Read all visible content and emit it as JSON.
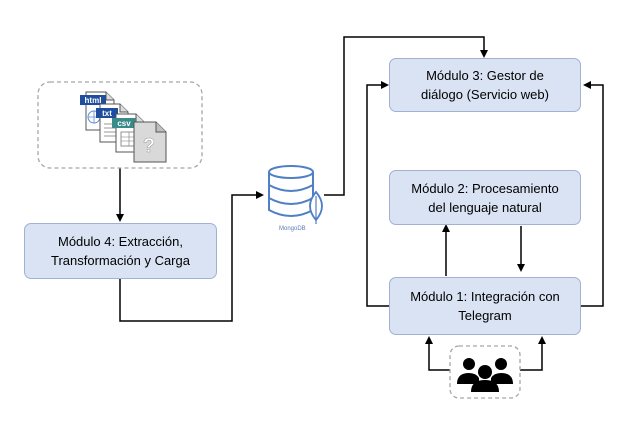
{
  "modules": {
    "m3": {
      "line1": "Módulo 3: Gestor de",
      "line2": "diálogo (Servicio web)"
    },
    "m2": {
      "line1": "Módulo 2: Procesamiento",
      "line2": "del lenguaje natural"
    },
    "m1": {
      "line1": "Módulo 1: Integración con",
      "line2": "Telegram"
    },
    "m4": {
      "line1": "Módulo 4: Extracción,",
      "line2": "Transformación y Carga"
    }
  },
  "files": {
    "html_label": "html",
    "txt_label": "txt",
    "csv_label": "csv",
    "unknown_symbol": "?"
  },
  "database": {
    "label": "MongoDB"
  },
  "colors": {
    "box_fill": "#dae3f3",
    "box_border": "#9fb2d2",
    "mongo_blue": "#4f7fc4",
    "arrow": "#000000"
  }
}
